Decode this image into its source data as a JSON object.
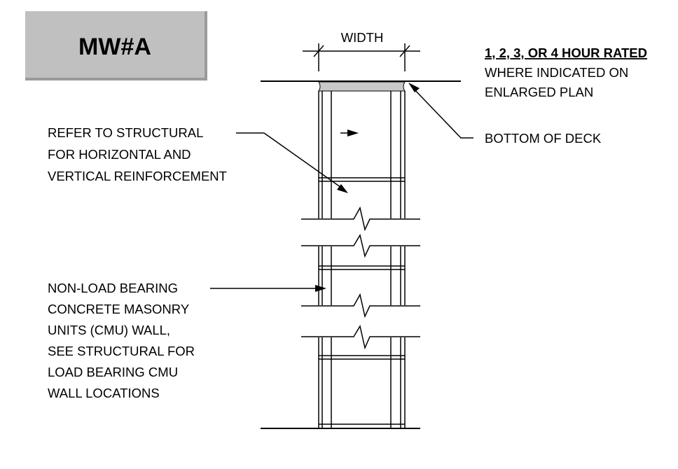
{
  "detail_tag": "MW#A",
  "dimension_label": "WIDTH",
  "rating_note": {
    "heading": "1, 2, 3, OR 4 HOUR RATED",
    "lines": [
      "WHERE INDICATED  ON",
      "ENLARGED PLAN"
    ]
  },
  "deck_note": "BOTTOM OF DECK",
  "reinforcement_note": [
    "REFER TO STRUCTURAL",
    "FOR HORIZONTAL AND",
    "VERTICAL REINFORCEMENT"
  ],
  "cmu_note": [
    "NON-LOAD BEARING",
    "CONCRETE MASONRY",
    "UNITS (CMU) WALL,",
    "SEE STRUCTURAL FOR",
    "LOAD BEARING CMU",
    "WALL LOCATIONS"
  ],
  "colors": {
    "tag_fill": "#c0c0c0",
    "grout_fill": "#c8c8c8",
    "line": "#000000"
  }
}
